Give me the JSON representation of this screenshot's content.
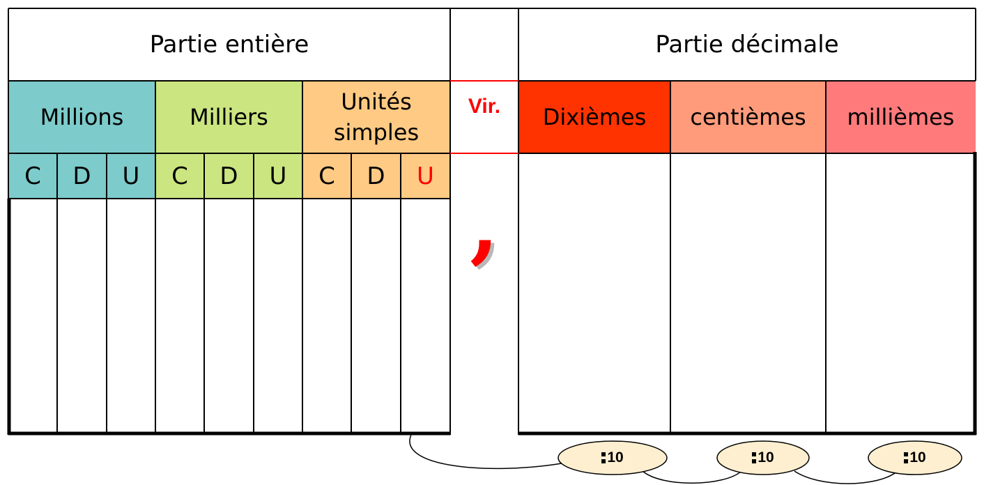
{
  "headers": {
    "integer_part": "Partie entière",
    "decimal_part": "Partie décimale"
  },
  "groups": {
    "millions": "Millions",
    "milliers": "Milliers",
    "unites_line1": "Unités",
    "unites_line2": "simples",
    "virgule": "Vir.",
    "dixiemes": "Dixièmes",
    "centiemes": "centièmes",
    "milliemes": "millièmes"
  },
  "digits": {
    "m_c": "C",
    "m_d": "D",
    "m_u": "U",
    "k_c": "C",
    "k_d": "D",
    "k_u": "U",
    "s_c": "C",
    "s_d": "D",
    "s_u": "U"
  },
  "comma_symbol": ",",
  "divisions": [
    "10",
    "10",
    "10"
  ],
  "colors": {
    "millions": "#7ecbcc",
    "milliers": "#cbe580",
    "unites": "#ffcb84",
    "dixiemes": "#ff3300",
    "centiemes": "#ff9b7a",
    "milliemes": "#ff7a7a",
    "units_digit": "#ff0000",
    "virgule": "#ff0000",
    "ellipse": "#fdefd0"
  }
}
